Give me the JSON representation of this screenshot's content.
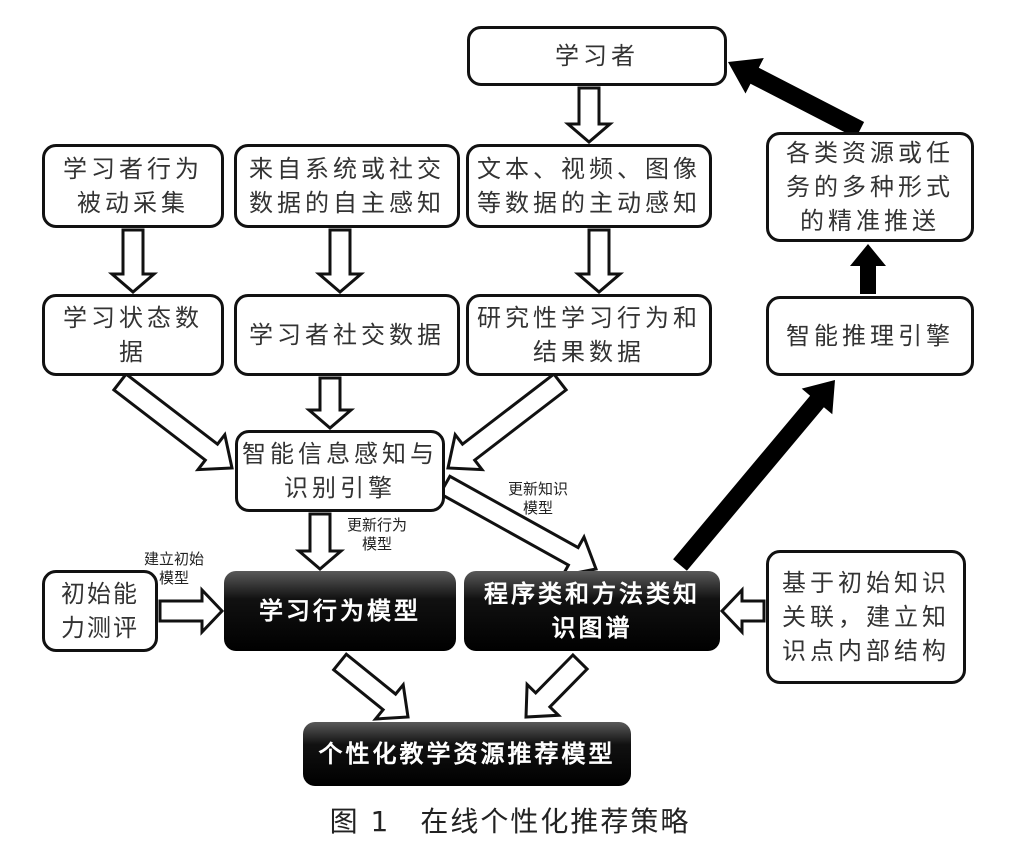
{
  "nodes": {
    "learner": "学习者",
    "passive": "学习者行为\n被动采集",
    "autonomous": "来自系统或社交\n数据的自主感知",
    "active": "文本、视频、图像\n等数据的主动感知",
    "state": "学习状态数\n据",
    "social": "学习者社交数据",
    "research": "研究性学习行为和\n结果数据",
    "perception_engine": "智能信息感知与\n识别引擎",
    "initial_test": "初始能\n力测评",
    "behavior_model": "学习行为模型",
    "knowledge_graph": "程序类和方法类知\n识图谱",
    "knowledge_base": "基于初始知识\n关联，建立知\n识点内部结构",
    "recommend_model": "个性化教学资源推荐模型",
    "reasoning_engine": "智能推理引擎",
    "push": "各类资源或任\n务的多种形式\n的精准推送"
  },
  "edge_labels": {
    "update_behavior": "更新行为\n模型",
    "update_knowledge": "更新知识\n模型",
    "build_initial": "建立初始\n模型"
  },
  "caption": "图 1　在线个性化推荐策略"
}
